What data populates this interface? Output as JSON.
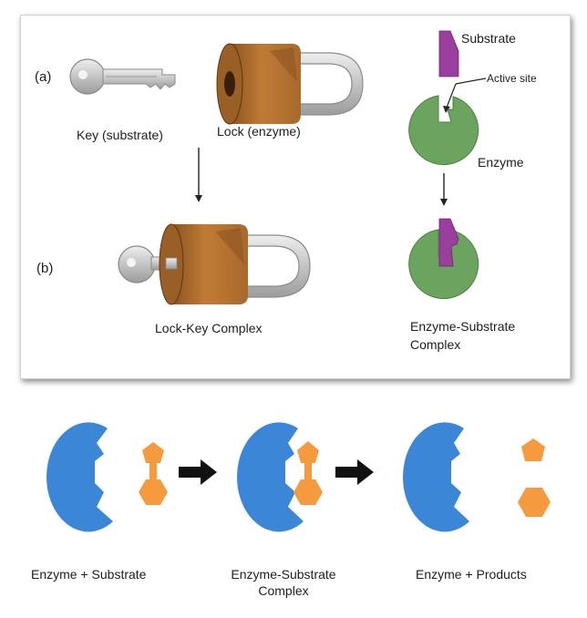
{
  "top_panel": {
    "row_a_label": "(a)",
    "row_b_label": "(b)",
    "key_label": "Key (substrate)",
    "lock_label": "Lock (enzyme)",
    "substrate_label": "Substrate",
    "active_site_label": "Active site",
    "enzyme_label": "Enzyme",
    "lock_key_complex_label": "Lock-Key Complex",
    "es_complex_label_line1": "Enzyme-Substrate",
    "es_complex_label_line2": "Complex"
  },
  "bottom_sequence": {
    "stage1_label": "Enzyme + Substrate",
    "stage2_label_line1": "Enzyme-Substrate",
    "stage2_label_line2": "Complex",
    "stage3_label": "Enzyme + Products"
  },
  "colors": {
    "lock_body": "#b3722f",
    "lock_shackle": "#d4d4d4",
    "key_metal": "#bdbdbd",
    "enzyme_green": "#6aa45e",
    "substrate_purple": "#9b3f9f",
    "enzyme_blue": "#3b86d6",
    "substrate_orange": "#f59a3e"
  }
}
